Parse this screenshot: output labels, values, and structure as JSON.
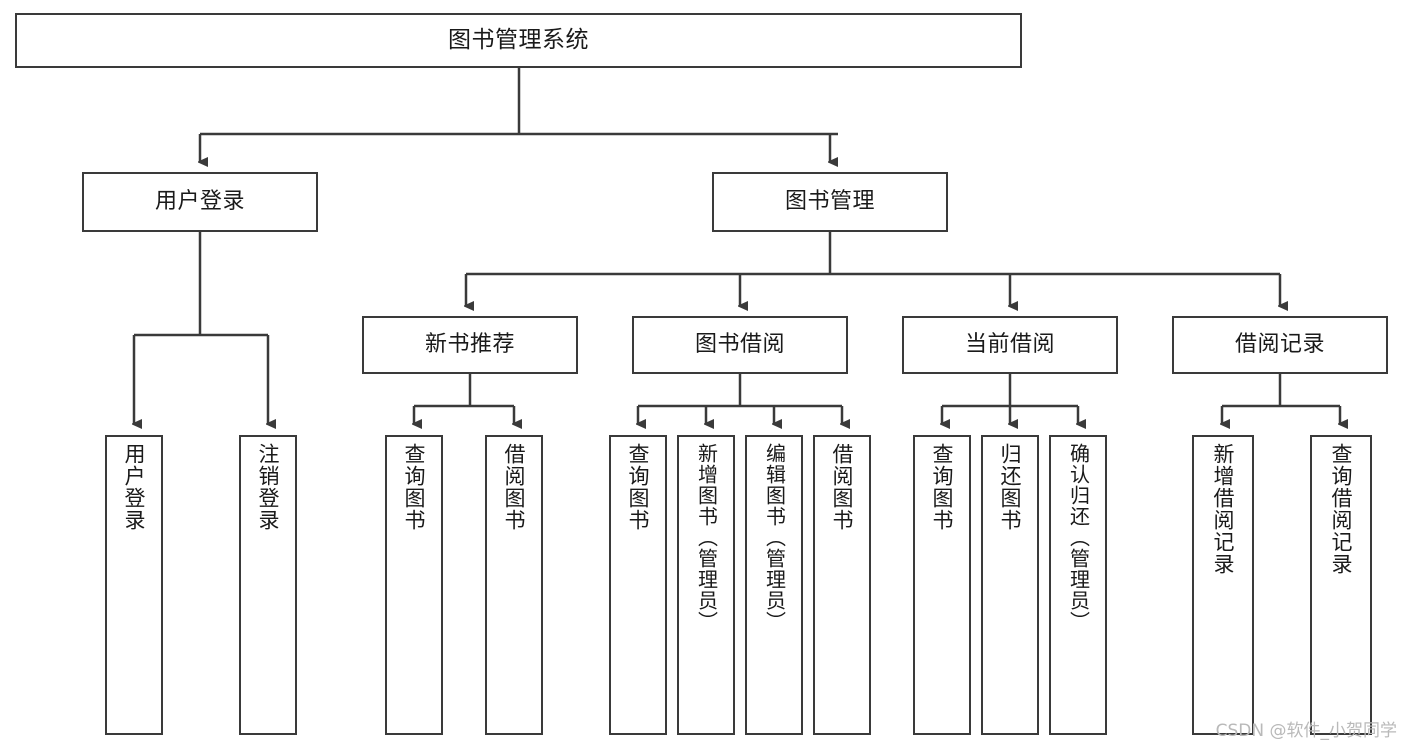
{
  "diagram": {
    "title": "图书管理系统",
    "type": "tree-hierarchy",
    "root": {
      "label": "图书管理系统"
    },
    "level2": [
      {
        "label": "用户登录"
      },
      {
        "label": "图书管理"
      }
    ],
    "level3": [
      {
        "label": "新书推荐"
      },
      {
        "label": "图书借阅"
      },
      {
        "label": "当前借阅"
      },
      {
        "label": "借阅记录"
      }
    ],
    "leaves": {
      "user_login": [
        {
          "label": "用户登录"
        },
        {
          "label": "注销登录"
        }
      ],
      "new_book_recommend": [
        {
          "label": "查询图书"
        },
        {
          "label": "借阅图书"
        }
      ],
      "book_borrow": [
        {
          "label": "查询图书"
        },
        {
          "label": "新增图书（管理员）"
        },
        {
          "label": "编辑图书（管理员）"
        },
        {
          "label": "借阅图书"
        }
      ],
      "current_borrow": [
        {
          "label": "查询图书"
        },
        {
          "label": "归还图书"
        },
        {
          "label": "确认归还（管理员）"
        }
      ],
      "borrow_record": [
        {
          "label": "新增借阅记录"
        },
        {
          "label": "查询借阅记录"
        }
      ]
    }
  },
  "colors": {
    "stroke": "#3a3a3a",
    "fill": "#ffffff",
    "text": "#1a1a1a",
    "watermark": "#b9b9b9"
  },
  "watermark": {
    "text": "CSDN @软件_小贺同学"
  }
}
